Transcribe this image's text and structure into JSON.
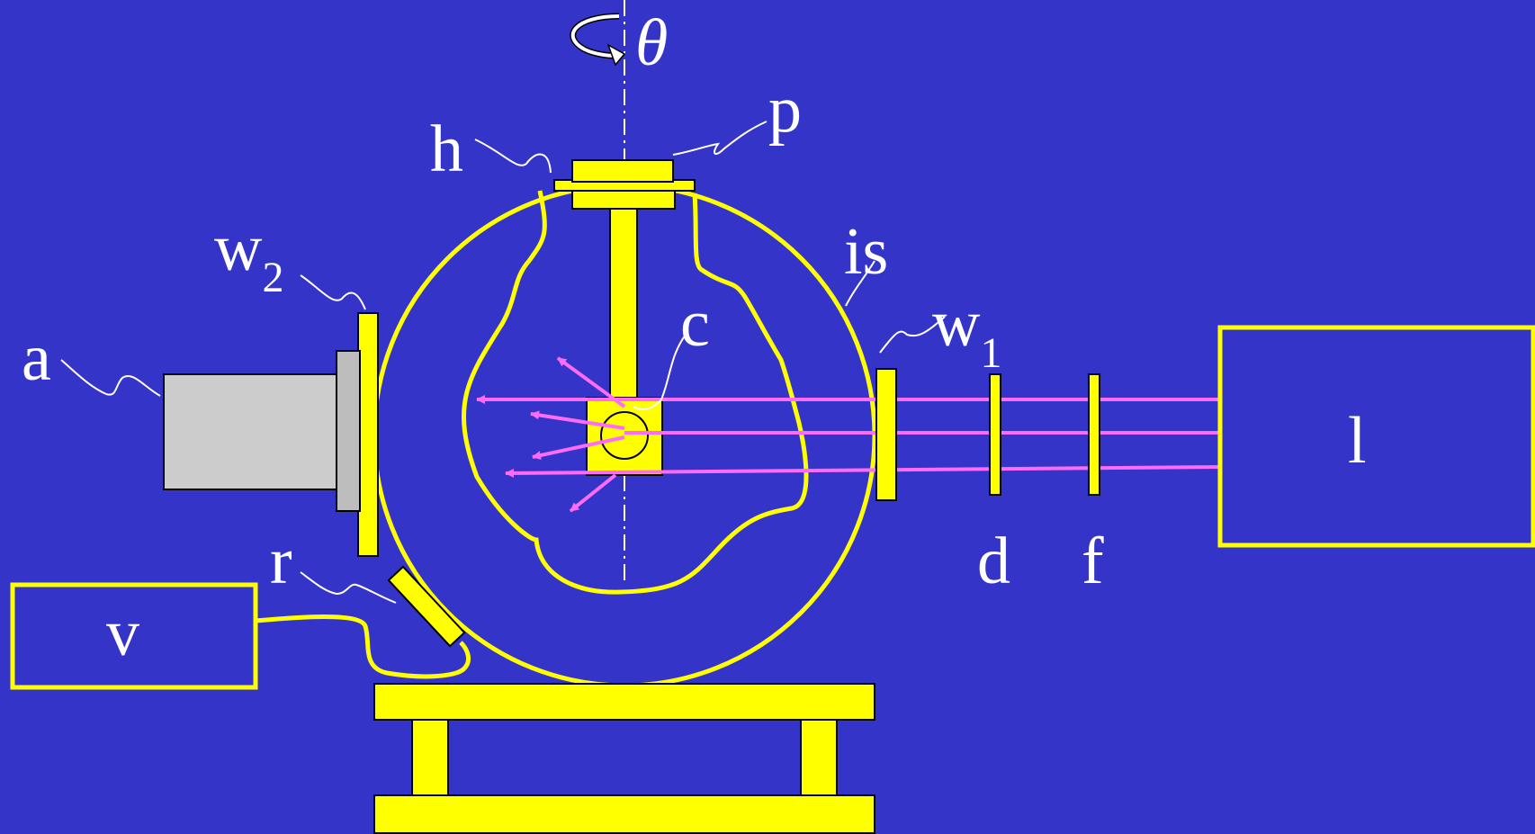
{
  "colors": {
    "background": "#3434c9",
    "component": "#ffff00",
    "beam": "#ff6bff",
    "analyzer": "#cccccc",
    "label": "#ffffff"
  },
  "labels": {
    "theta": "θ",
    "h": "h",
    "p": "p",
    "w2_base": "w",
    "w2_sub": "2",
    "is": "is",
    "c": "c",
    "w1_base": "w",
    "w1_sub": "1",
    "a": "a",
    "l": "l",
    "d": "d",
    "f": "f",
    "r": "r",
    "v": "v"
  },
  "icons": {
    "rotation": "rotation-arrow-icon"
  }
}
